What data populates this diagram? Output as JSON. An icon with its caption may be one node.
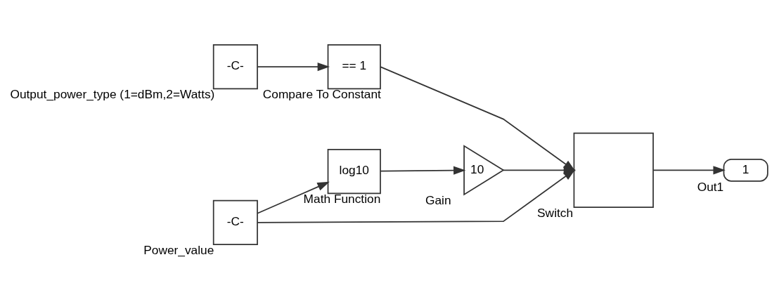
{
  "diagram": {
    "nodes": [
      {
        "text": [
          "-C-"
        ],
        "beside": [
          "Output_power_type (1=dBm,2=Watts)"
        ]
      },
      {
        "text": [
          "== 1"
        ],
        "beside": [
          "Compare To Constant"
        ]
      },
      {
        "text": [
          "-C-"
        ],
        "beside": [
          "Power_value"
        ]
      },
      {
        "text": [
          "log10"
        ],
        "beside": [
          "Math Function"
        ]
      },
      {
        "text": [
          "10"
        ],
        "beside": [
          "Gain"
        ]
      },
      {
        "text": [],
        "shape": "box",
        "beside": [
          "Switch"
        ]
      },
      {
        "text": [
          "1"
        ],
        "beside": [
          "Out1"
        ]
      }
    ],
    "edges": [
      {
        "from": 0,
        "to": 1,
        "arrow": "to"
      },
      {
        "from": 1,
        "to": 5,
        "arrow": "to"
      },
      {
        "from": 2,
        "to": 5,
        "arrow": "to"
      },
      {
        "from": 2,
        "to": 3,
        "arrow": "to"
      },
      {
        "from": 3,
        "to": 4,
        "arrow": "to"
      },
      {
        "from": 4,
        "to": 5,
        "arrow": "to"
      },
      {
        "from": 5,
        "to": 6,
        "arrow": "to"
      }
    ]
  }
}
